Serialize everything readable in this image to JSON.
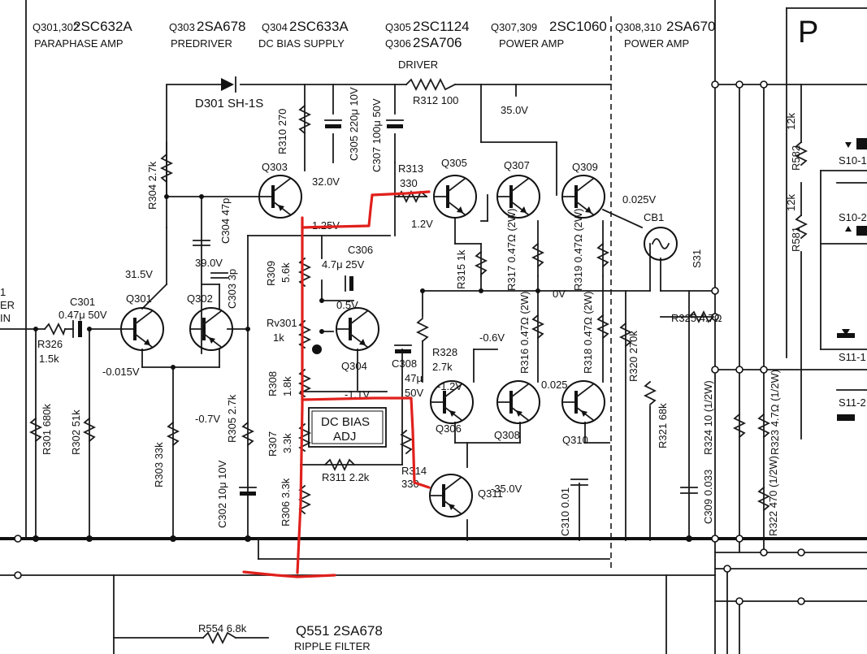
{
  "header": {
    "q301": {
      "id": "Q301,302",
      "part": "2SC632A",
      "role": "PARAPHASE AMP"
    },
    "q303": {
      "id": "Q303",
      "part": "2SA678",
      "role": "PREDRIVER"
    },
    "q304": {
      "id": "Q304",
      "part": "2SC633A",
      "role": "DC BIAS SUPPLY"
    },
    "q305": {
      "id": "Q305",
      "part": "2SC1124",
      "id2": "Q306",
      "part2": "2SA706",
      "role": "DRIVER"
    },
    "q307": {
      "id": "Q307,309",
      "part": "2SC1060",
      "role": "POWER AMP"
    },
    "q308": {
      "id": "Q308,310",
      "part": "2SA670",
      "role": "POWER AMP"
    },
    "p_label": "P"
  },
  "transistors": {
    "q301": "Q301",
    "q302": "Q302",
    "q303": "Q303",
    "q304": "Q304",
    "q305": "Q305",
    "q306": "Q306",
    "q307": "Q307",
    "q308": "Q308",
    "q309": "Q309",
    "q310": "Q310",
    "q311": "Q311",
    "q551": "Q551 2SA678"
  },
  "components": {
    "d301": "D301 SH-1S",
    "r312": "R312  100",
    "r310": "R310  270",
    "c305": "C305 220μ 10V",
    "c307": "C307 100μ 50V",
    "r313": "R313",
    "r313v": "330",
    "r304": "R304  2.7k",
    "c304": "C304 47p",
    "c303": "C303 3p",
    "r309": "R309",
    "r309v": "5.6k",
    "c306": "C306",
    "c306v": "4.7μ 25V",
    "rv301": "Rv301",
    "rv301v": "1k",
    "r308": "R308",
    "r308v": "1.8k",
    "r307": "R307",
    "r307v": "3.3k",
    "r306": "R306  3.3k",
    "r311": "R311  2.2k",
    "dc_bias_adj_1": "DC BIAS",
    "dc_bias_adj_2": "ADJ",
    "r315": "R315  1k",
    "r317": "R317  0.47Ω (2W)",
    "r319": "R319  0.47Ω (2W)",
    "r328": "R328",
    "r328v": "2.7k",
    "c308": "C308",
    "c308v": "47μ",
    "c308v2": "50V",
    "r316": "R316  0.47Ω (2W)",
    "r318": "R318  0.47Ω (2W)",
    "r320": "R320  270k",
    "r321": "R321  68k",
    "r314": "R314",
    "r314v": "330",
    "c310": "C310  0.01",
    "c301": "C301",
    "c301v": "0.47μ 50V",
    "r326": "R326",
    "r326v": "1.5k",
    "r301": "R301  680k",
    "r302": "R302  51k",
    "r303": "R303  33k",
    "r305": "R305  2.7k",
    "c302": "C302  10μ 10V",
    "cb1": "CB1",
    "r325": "R325  4.7Ω",
    "r324": "R324  10 (1/2W)",
    "r323": "R323  4.7Ω (1/2W)",
    "r322": "R322  470 (1/2W)",
    "c309": "C309  0.033",
    "r582": "R582",
    "r582v": "12k",
    "r581": "R581",
    "r581v": "12k",
    "s31": "S31",
    "s10_1": "S10-1",
    "s10_2": "S10-2",
    "s11_1": "S11-1",
    "s11_2": "S11-2",
    "r554": "R554  6.8k",
    "ripple": "RIPPLE FILTER",
    "in_label": "IN",
    "er_label": "ER",
    "one_label": "1",
    "driver": "DRIVER"
  },
  "voltages": {
    "v35a": "35.0V",
    "v32": "32.0V",
    "v125": "1.25V",
    "v12": "1.2V",
    "v0025a": "0.025V",
    "v315": "31.5V",
    "v390": "39.0V",
    "v0015": "-0.015V",
    "v05": "0.5V",
    "v0": "0V",
    "v06": "-0.6V",
    "v0025b": "0.025",
    "v11": "-1.1V",
    "v12b": "-1.2V",
    "v07": "-0.7V",
    "v35b": "-35.0V"
  },
  "colors": {
    "ink": "#111111",
    "annotation": "#e0201c",
    "paper": "#ffffff"
  }
}
